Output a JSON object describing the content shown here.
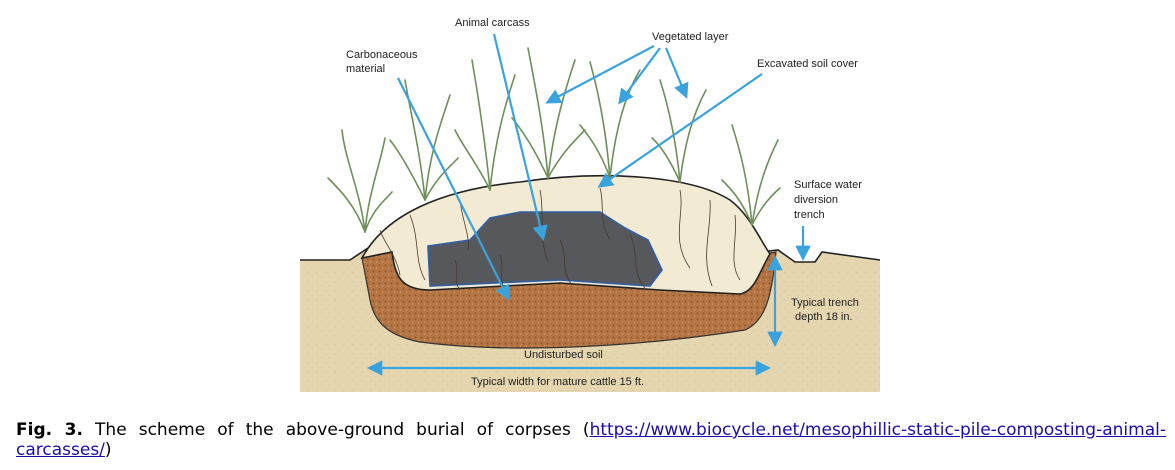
{
  "labels": {
    "animal_carcass": "Animal carcass",
    "carbonaceous_line1": "Carbonaceous",
    "carbonaceous_line2": "material",
    "vegetated_layer": "Vegetated layer",
    "excavated_soil_cover": "Excavated soil cover",
    "surface_water_line1": "Surface water",
    "surface_water_line2": "diversion",
    "surface_water_line3": "trench",
    "trench_depth_line1": "Typical trench",
    "trench_depth_line2": "depth 18 in.",
    "undisturbed_soil": "Undisturbed soil",
    "typical_width": "Typical width for mature cattle 15 ft."
  },
  "caption": {
    "fig_label": "Fig. 3.",
    "text": "The scheme of the above-ground burial of corpses (",
    "url": "https://www.biocycle.net/mesophillic-static-pile-composting-animal-carcasses/",
    "close": ")"
  },
  "colors": {
    "arrow": "#3aa3dd",
    "soil": "#e6d6b0",
    "carbon_layer": "#b0703f",
    "cover": "#f2ead2",
    "carcass": "#57585b",
    "grass": "#6f8f5a"
  },
  "icons": [
    "grass-plant-icon",
    "root-lines",
    "leader-arrow"
  ]
}
